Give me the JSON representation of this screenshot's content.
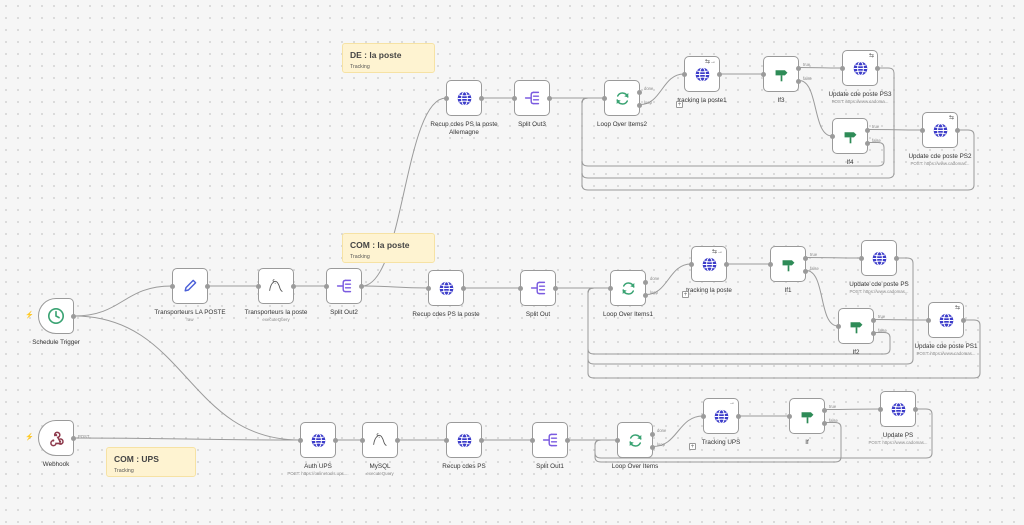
{
  "stickies": [
    {
      "id": "s1",
      "title": "DE : la poste",
      "sub": "Tracking"
    },
    {
      "id": "s2",
      "title": "COM : la poste",
      "sub": "Tracking"
    },
    {
      "id": "s3",
      "title": "COM : UPS",
      "sub": "Tracking"
    }
  ],
  "nodes": [
    {
      "id": "schedule",
      "label": "Schedule Trigger",
      "sub": "",
      "icon": "clock-icon",
      "trigger": true
    },
    {
      "id": "webhook",
      "label": "Webhook",
      "sub": "",
      "icon": "webhook-icon",
      "trigger": true
    },
    {
      "id": "transporteurs_set",
      "label": "Transporteurs LA POSTE",
      "sub": "raw",
      "icon": "pencil-icon"
    },
    {
      "id": "transporteurs_sql",
      "label": "Transporteurs la poste",
      "sub": "executeQuery",
      "icon": "mysql-icon"
    },
    {
      "id": "split2",
      "label": "Split Out2",
      "sub": "",
      "icon": "split-icon"
    },
    {
      "id": "recup_de",
      "label": "Recup cdes PS la poste Allemagne",
      "sub": "",
      "icon": "globe-icon"
    },
    {
      "id": "split3",
      "label": "Split Out3",
      "sub": "",
      "icon": "split-icon"
    },
    {
      "id": "loop2",
      "label": "Loop Over Items2",
      "sub": "",
      "icon": "loop-icon",
      "ports": [
        "done",
        "loop"
      ]
    },
    {
      "id": "tracking1",
      "label": "tracking la poste1",
      "sub": "",
      "icon": "globe-icon",
      "badge": "⇆→"
    },
    {
      "id": "if3",
      "label": "If3",
      "sub": "",
      "icon": "if-icon",
      "ports": [
        "true",
        "false"
      ]
    },
    {
      "id": "update3",
      "label": "Update cde poste PS3",
      "sub": "POST: https://www.cadoma...",
      "icon": "globe-icon",
      "badge": "⇆"
    },
    {
      "id": "if4",
      "label": "If4",
      "sub": "",
      "icon": "if-icon",
      "ports": [
        "true",
        "false"
      ]
    },
    {
      "id": "update2",
      "label": "Update cde poste PS2",
      "sub": "POST: https://www.cadomas...",
      "icon": "globe-icon",
      "badge": "⇆"
    },
    {
      "id": "recup_fr",
      "label": "Recup cdes PS la poste",
      "sub": "",
      "icon": "globe-icon"
    },
    {
      "id": "split",
      "label": "Split Out",
      "sub": "",
      "icon": "split-icon"
    },
    {
      "id": "loop1",
      "label": "Loop Over Items1",
      "sub": "",
      "icon": "loop-icon",
      "ports": [
        "done",
        "loop"
      ]
    },
    {
      "id": "tracking",
      "label": "tracking la poste",
      "sub": "",
      "icon": "globe-icon",
      "badge": "⇆→"
    },
    {
      "id": "if1",
      "label": "If1",
      "sub": "",
      "icon": "if-icon",
      "ports": [
        "true",
        "false"
      ]
    },
    {
      "id": "update_ps",
      "label": "Update cde poste PS",
      "sub": "POST: https://www.cadomas...",
      "icon": "globe-icon"
    },
    {
      "id": "if2",
      "label": "If2",
      "sub": "",
      "icon": "if-icon",
      "ports": [
        "true",
        "false"
      ]
    },
    {
      "id": "update1",
      "label": "Update cde poste PS1",
      "sub": "POST: https://www.cadomas...",
      "icon": "globe-icon",
      "badge": "⇆"
    },
    {
      "id": "auth_ups",
      "label": "Auth UPS",
      "sub": "POST: https://onlinetools.ups....",
      "icon": "globe-icon"
    },
    {
      "id": "mysql",
      "label": "MySQL",
      "sub": "executeQuery",
      "icon": "mysql-icon"
    },
    {
      "id": "recup_ps",
      "label": "Recup cdes PS",
      "sub": "",
      "icon": "globe-icon"
    },
    {
      "id": "split1",
      "label": "Split Out1",
      "sub": "",
      "icon": "split-icon"
    },
    {
      "id": "loop",
      "label": "Loop Over Items",
      "sub": "",
      "icon": "loop-icon",
      "ports": [
        "done",
        "loop"
      ]
    },
    {
      "id": "tracking_ups",
      "label": "Tracking UPS",
      "sub": "",
      "icon": "globe-icon",
      "badge": "→"
    },
    {
      "id": "if",
      "label": "If",
      "sub": "",
      "icon": "if-icon",
      "ports": [
        "true",
        "false"
      ]
    },
    {
      "id": "update_ps_ups",
      "label": "Update PS",
      "sub": "POST: https://www.cadomas...",
      "icon": "globe-icon"
    }
  ],
  "webhook_port_label": "POST",
  "colors": {
    "globe": "#3b3bc9",
    "split": "#7b5be0",
    "pencil": "#4a5fd8",
    "mysql": "#555555",
    "clock": "#3aa373",
    "loop": "#3aa373",
    "if": "#2e8b57",
    "webhook": "#8e3b4d",
    "edge": "#9a9a9a"
  }
}
